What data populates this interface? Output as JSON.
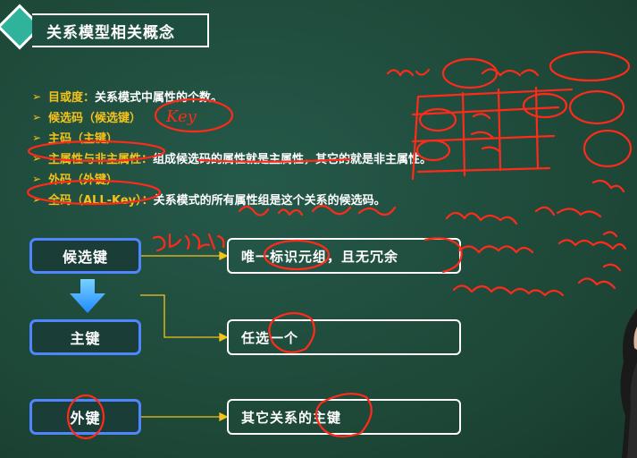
{
  "title": "关系模型相关概念",
  "bullets": [
    {
      "term": "目或度：",
      "desc": "关系模式中属性的个数。"
    },
    {
      "term": "候选码（候选键）",
      "desc": ""
    },
    {
      "term": "主码（主键）",
      "desc": ""
    },
    {
      "term": "主属性与非主属性：",
      "desc": "组成候选码的属性就是主属性，其它的就是非主属性。"
    },
    {
      "term": "外码（外键）",
      "desc": ""
    },
    {
      "term": "全码（ALL-Key）：",
      "desc": "关系模式的所有属性组是这个关系的候选码。"
    }
  ],
  "diagram": {
    "keys": [
      {
        "label": "候选键",
        "desc": "唯一标识元组，且无冗余"
      },
      {
        "label": "主键",
        "desc": "任选一个"
      },
      {
        "label": "外键",
        "desc": "其它关系的主键"
      }
    ]
  },
  "annotation_text": "Key",
  "colors": {
    "accent": "#f5c21a",
    "box_border": "#4f86ff",
    "ink": "#ff2a1a",
    "board": "#1f4d3c"
  }
}
